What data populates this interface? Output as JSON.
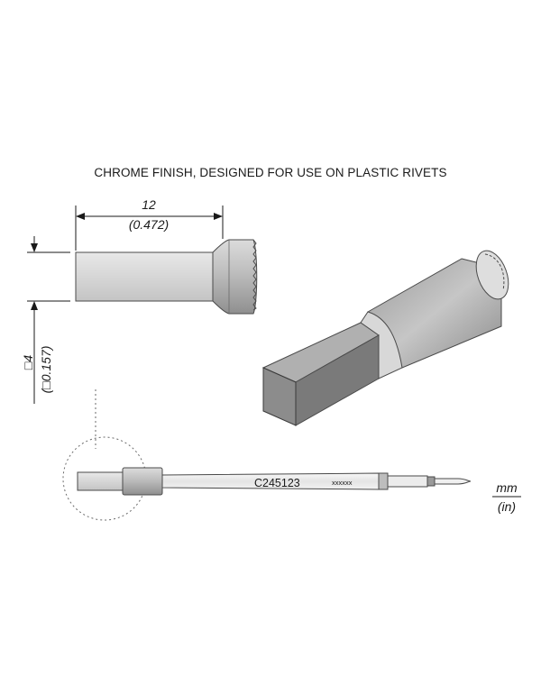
{
  "note": "CHROME FINISH, DESIGNED FOR USE ON PLASTIC RIVETS",
  "length_dimension": {
    "mm": "12",
    "in": "(0.472)"
  },
  "width_dimension": {
    "mm": "□4",
    "in": "(□0.157)"
  },
  "cartridge": {
    "part_number": "C245123",
    "batch_code": "xxxxxx"
  },
  "units": {
    "primary": "mm",
    "secondary": "(in)"
  }
}
